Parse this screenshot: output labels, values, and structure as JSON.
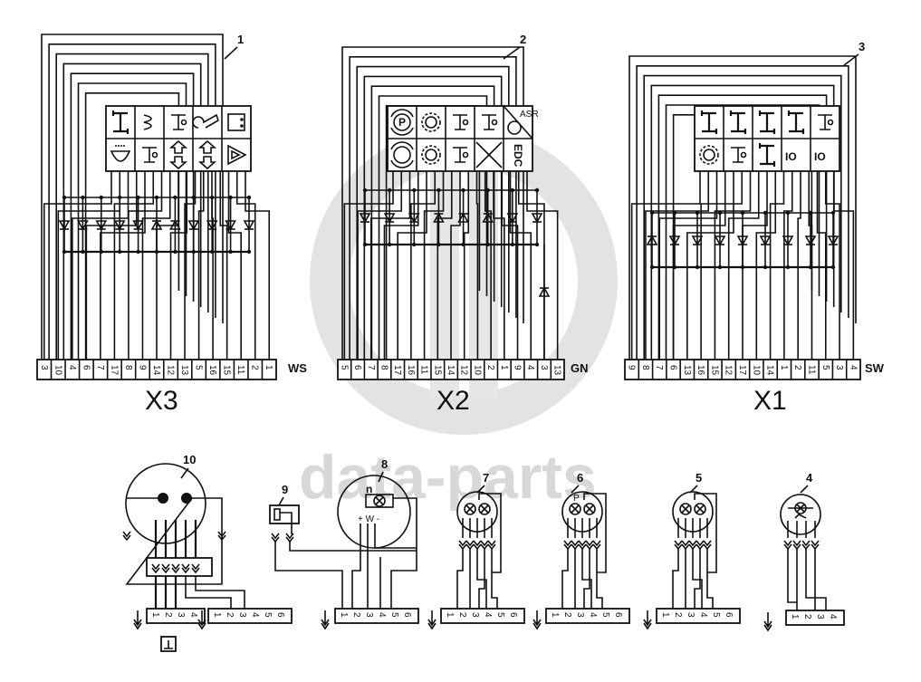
{
  "diagram": {
    "title": "Switch panel wiring diagram",
    "watermark": "data-parts",
    "accent_colors": {
      "line": "#111111",
      "watermark": "#d8d8d8",
      "background": "#ffffff"
    }
  },
  "switch_panels": [
    {
      "callout": "1",
      "connector": "X3",
      "wire_color": "WS",
      "pins": [
        "3",
        "10",
        "4",
        "6",
        "7",
        "17",
        "8",
        "9",
        "14",
        "12",
        "13",
        "5",
        "16",
        "15",
        "11",
        "2",
        "1"
      ],
      "symbols_top": [
        "axle-lock-icon",
        "spring-suspension-icon",
        "lift-icon",
        "wiper-icon",
        "door-icon"
      ],
      "symbols_bottom": [
        "headlight-icon",
        "beacon-icon",
        "hitch-up-down-icon",
        "up-down-icon",
        "hazard-triangle-icon"
      ]
    },
    {
      "callout": "2",
      "connector": "X2",
      "wire_color": "GN",
      "pins": [
        "5",
        "6",
        "7",
        "8",
        "17",
        "16",
        "11",
        "15",
        "14",
        "12",
        "10",
        "2",
        "1",
        "9",
        "4",
        "3",
        "13"
      ],
      "symbols_top": [
        "parking-brake-icon",
        "gear-warning-icon",
        "pto-icon",
        "pto-front-icon",
        "asr-icon"
      ],
      "symbols_bottom": [
        "brake-fluid-icon",
        "transmission-icon",
        "pto-engaged-icon",
        "pto-disabled-icon",
        "edc-icon"
      ],
      "edc_label": "EDC",
      "asr_label": "ASR"
    },
    {
      "callout": "3",
      "connector": "X1",
      "wire_color": "SW",
      "pins": [
        "9",
        "8",
        "7",
        "6",
        "13",
        "16",
        "15",
        "12",
        "17",
        "10",
        "14",
        "1",
        "2",
        "11",
        "5",
        "3",
        "4"
      ],
      "symbols_top": [
        "front-axle-drive-icon",
        "rear-axle-drive-icon",
        "diff-lock-front-icon",
        "diff-lock-rear-icon",
        "cab-link-icon"
      ],
      "symbols_bottom": [
        "gear-icon",
        "cab-pto-icon",
        "axle-icon",
        "io-switch-icon",
        "io-switch-2-icon"
      ]
    }
  ],
  "bottom_components": [
    {
      "callout": "10",
      "type": "dual-lamp-switch",
      "connectors": [
        [
          "1",
          "2",
          "3",
          "4"
        ],
        [
          "1",
          "2",
          "3",
          "4",
          "5",
          "6"
        ]
      ],
      "ground_symbol": "ground-box-icon"
    },
    {
      "callout": "9",
      "type": "resistor-module"
    },
    {
      "callout": "8",
      "type": "rotary-switch",
      "labels": {
        "n": "n",
        "signal": "+ W -"
      },
      "pins": [
        "1",
        "2",
        "3",
        "4",
        "5",
        "6"
      ]
    },
    {
      "callout": "7",
      "type": "lamp-switch",
      "pins": [
        "1",
        "2",
        "3",
        "4",
        "5",
        "6"
      ]
    },
    {
      "callout": "6",
      "type": "lamp-switch-p",
      "label": "P",
      "pins": [
        "1",
        "2",
        "3",
        "4",
        "5",
        "6"
      ]
    },
    {
      "callout": "5",
      "type": "lamp-switch",
      "pins": [
        "1",
        "2",
        "3",
        "4",
        "5",
        "6"
      ]
    },
    {
      "callout": "4",
      "type": "lamp-switch-simple",
      "pins": [
        "1",
        "2",
        "3",
        "4"
      ]
    }
  ]
}
